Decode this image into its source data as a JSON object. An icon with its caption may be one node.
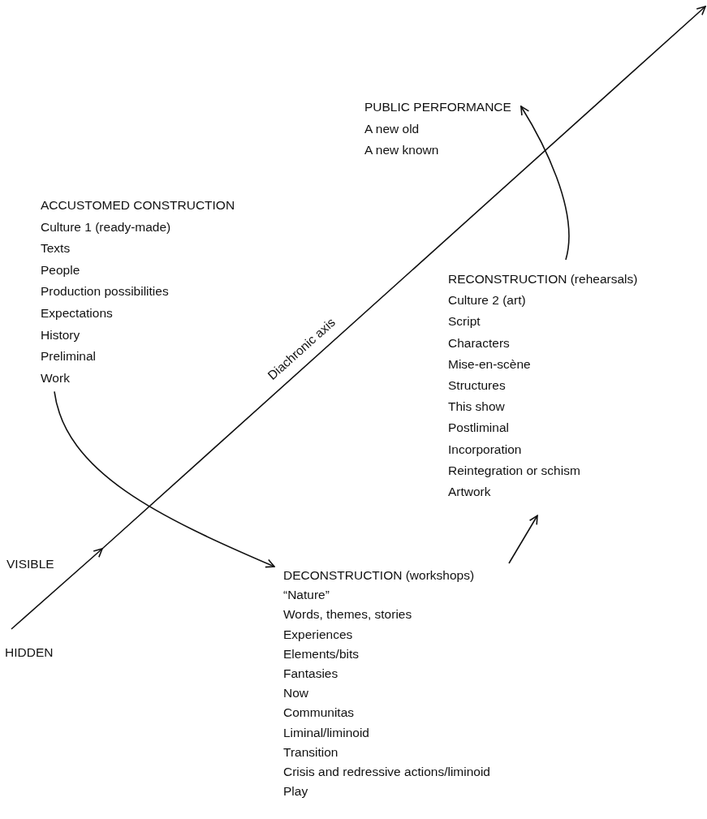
{
  "diagram": {
    "nodes": [
      {
        "text": [
          "ACCUSTOMED CONSTRUCTION",
          "Culture 1 (ready-made)",
          "Texts",
          "People",
          "Production possibilities",
          "Expectations",
          "History",
          "Preliminal",
          "Work"
        ]
      },
      {
        "text": [
          "DECONSTRUCTION (workshops)",
          "“Nature”",
          "Words, themes, stories",
          "Experiences",
          "Elements/bits",
          "Fantasies",
          "Now",
          "Communitas",
          "Liminal/liminoid",
          "Transition",
          "Crisis and redressive actions/liminoid",
          "Play"
        ]
      },
      {
        "text": [
          "RECONSTRUCTION (rehearsals)",
          "Culture 2 (art)",
          "Script",
          "Characters",
          "Mise-en-scène",
          "Structures",
          "This show",
          "Postliminal",
          "Incorporation",
          "Reintegration or schism",
          "Artwork"
        ]
      },
      {
        "text": [
          "PUBLIC PERFORMANCE",
          "A new old",
          "A new known"
        ]
      }
    ],
    "edges": [
      {
        "from": 0,
        "to": 1,
        "arrow": "to"
      },
      {
        "from": 1,
        "to": 2,
        "arrow": "to"
      },
      {
        "from": 2,
        "to": 3,
        "arrow": "to"
      }
    ],
    "labels": [
      "Diachronic axis",
      "VISIBLE",
      "HIDDEN"
    ]
  }
}
